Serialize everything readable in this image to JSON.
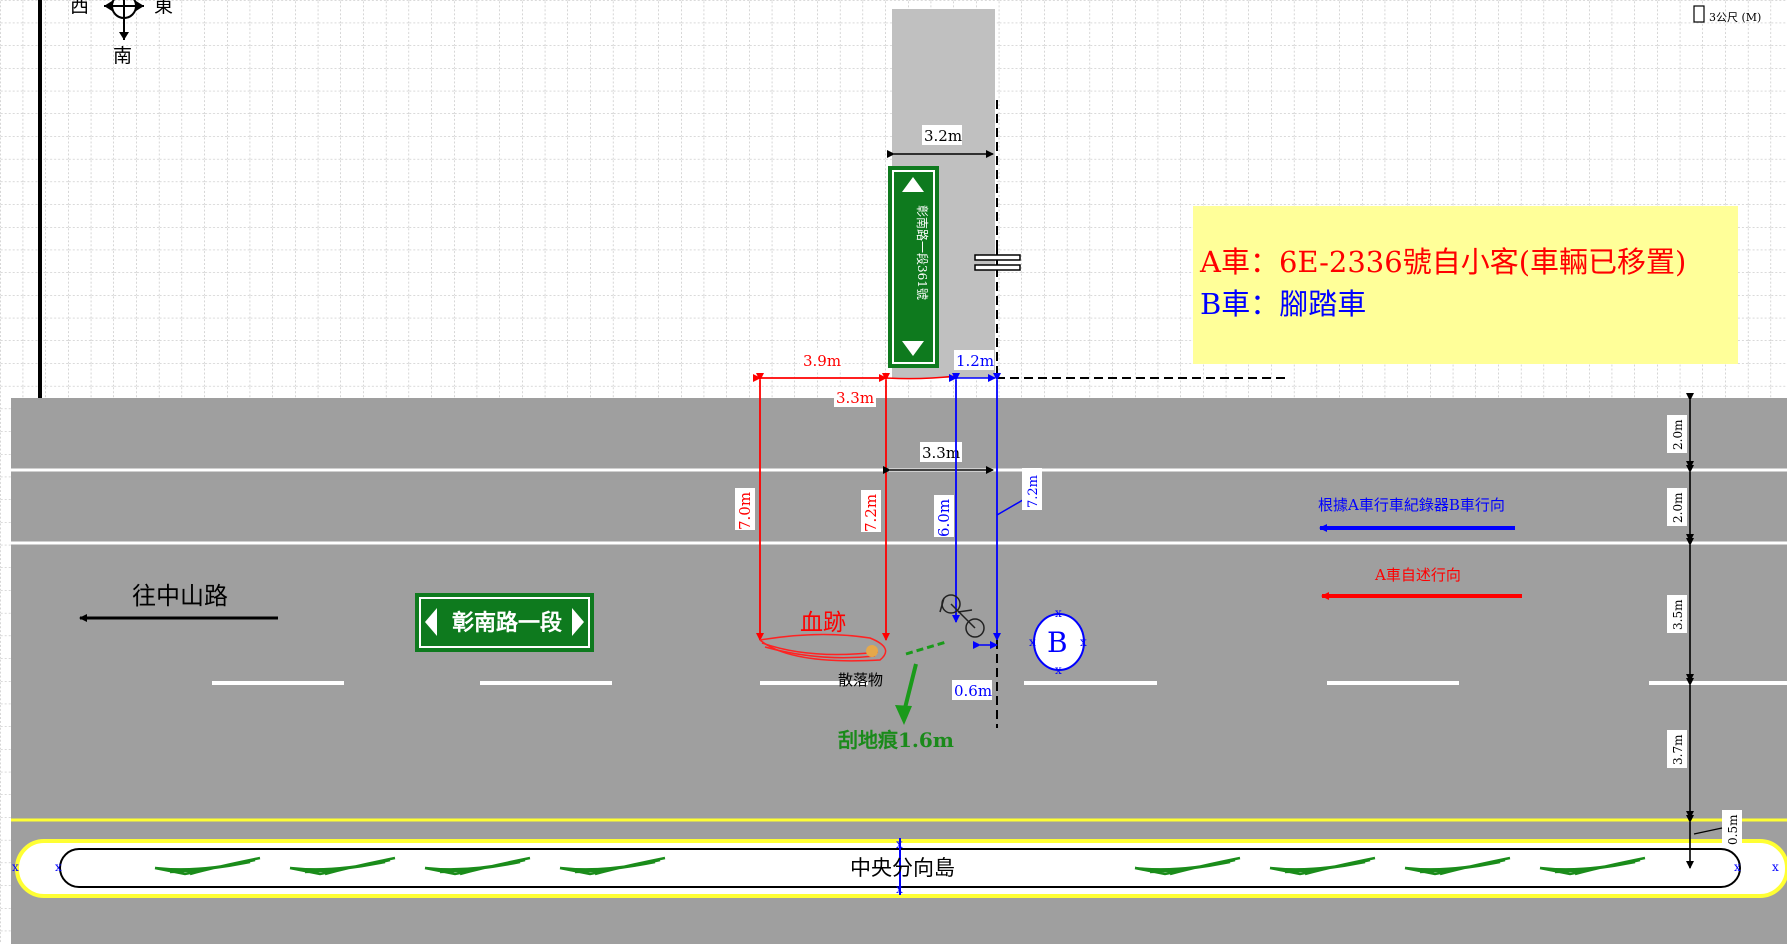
{
  "compass": {
    "west": "西",
    "east": "東",
    "south": "南"
  },
  "scale_note": "3公尺 (M)",
  "legend": {
    "car_a": "A車：6E-2336號自小客(車輛已移置)",
    "car_b": "B車：腳踏車",
    "colors": {
      "car_a": "#ff0000",
      "car_b": "#0000ff",
      "box": "#ffff99"
    }
  },
  "house_sign": "彰南路一段361號",
  "road_sign": "彰南路一段",
  "to_zhongshan": "往中山路",
  "blood": "血跡",
  "debris": "散落物",
  "scrape": "刮地痕1.6m",
  "median": "中央分向島",
  "b_marker": "B",
  "direction_b": "根據A車行車紀錄器B車行向",
  "direction_a": "A車自述行向",
  "dims": {
    "d32": "3.2m",
    "d39": "3.9m",
    "d12": "1.2m",
    "d33a": "3.3m",
    "d33b": "3.3m",
    "d70": "7.0m",
    "d72red": "7.2m",
    "d60": "6.0m",
    "d72blue": "7.2m",
    "d06": "0.6m"
  },
  "lane_widths": [
    "2.0m",
    "2.0m",
    "3.5m",
    "3.7m",
    "0.5m"
  ]
}
